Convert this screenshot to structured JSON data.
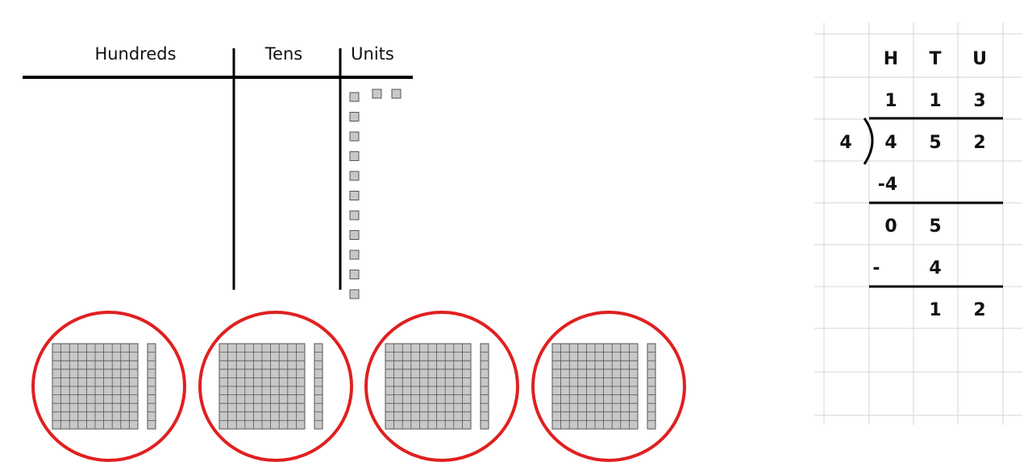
{
  "place_value_chart": {
    "headers": [
      "Hundreds",
      "Tens",
      "Units"
    ],
    "units_count": 13
  },
  "hundred_groups": {
    "count": 4,
    "ring_color": "#e02020",
    "block_color": "#c8c8c8",
    "items_per_group": [
      "100",
      "1"
    ]
  },
  "long_division": {
    "column_headers": [
      "H",
      "T",
      "U"
    ],
    "quotient": [
      "1",
      "1",
      "3"
    ],
    "divisor": "4",
    "dividend": [
      "4",
      "5",
      "2"
    ],
    "steps": [
      [
        "-4",
        "",
        ""
      ],
      [
        "0",
        "5",
        ""
      ],
      [
        "-",
        "4",
        ""
      ],
      [
        "",
        "1",
        "2"
      ]
    ]
  }
}
